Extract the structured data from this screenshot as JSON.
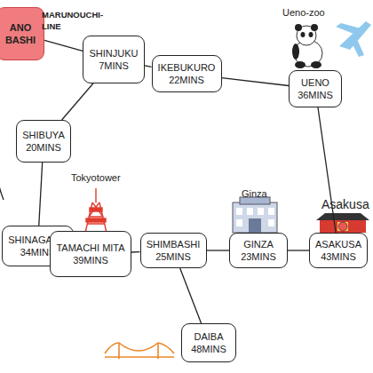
{
  "diagram": {
    "nodes": [
      {
        "text": [
          "ANO BASHI"
        ]
      },
      {
        "text": [
          "SHINJUKU",
          "7MINS"
        ]
      },
      {
        "text": [
          "IKEBUKURO",
          "22MINS"
        ]
      },
      {
        "text": [
          "UENO",
          "36MINS"
        ]
      },
      {
        "text": [
          "SHIBUYA",
          "20MINS"
        ]
      },
      {
        "text": [
          "SHINAGAWA",
          "34MINS"
        ]
      },
      {
        "text": [
          "TAMACHI MITA",
          "39MINS"
        ]
      },
      {
        "text": [
          "SHIMBASHI",
          "25MINS"
        ]
      },
      {
        "text": [
          "GINZA",
          "23MINS"
        ]
      },
      {
        "text": [
          "ASAKUSA",
          "43MINS"
        ]
      },
      {
        "text": [
          "DAIBA",
          "48MINS"
        ]
      }
    ],
    "edges": [
      {
        "from": 0,
        "to": 1,
        "arrow": "none"
      },
      {
        "from": 1,
        "to": 2,
        "arrow": "none"
      },
      {
        "from": 2,
        "to": 3,
        "arrow": "none"
      },
      {
        "from": 3,
        "to": 9,
        "arrow": "none"
      },
      {
        "from": 1,
        "to": 4,
        "arrow": "none"
      },
      {
        "from": 4,
        "to": 5,
        "arrow": "none"
      },
      {
        "from": 5,
        "to": 6,
        "arrow": "none"
      },
      {
        "from": 6,
        "to": 7,
        "arrow": "none"
      },
      {
        "from": 7,
        "to": 8,
        "arrow": "none"
      },
      {
        "from": 8,
        "to": 9,
        "arrow": "none"
      },
      {
        "from": 7,
        "to": 10,
        "arrow": "none"
      }
    ],
    "labels": [
      "MARUNOUCHI-LINE",
      "Ueno-zoo",
      "Tokyotower",
      "Ginza",
      "Asakusa"
    ]
  }
}
